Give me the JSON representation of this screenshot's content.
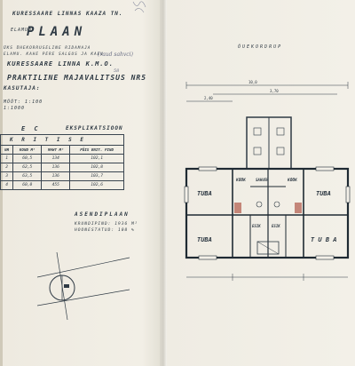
{
  "header": {
    "line1": "KURESSAARE LINNAS KAAZA TN.",
    "prefix": "ELAMUD",
    "plan_title": "PLAAN",
    "line2": "ÜKS ÜHEKORRUSELINE RIDAMAJA",
    "line3": "ELAMU. KAHE PERE SALGUS JA KAEV",
    "line4": "KURESSAARE LINNA K.M.O.",
    "line5": "PRAKTILINE MAJAVALITSUS NR5",
    "line6": "KASUTAJA:",
    "annotation_pen": "(raud sahvci)",
    "annotation_pen2": "58",
    "scale1": "MÕÕT: 1:100",
    "scale2": "1:1000"
  },
  "explication": {
    "title": "EKSPLIKATSIOON",
    "title_prefix": "E   C",
    "prefix_row": "K   R   I   T   I   S   E",
    "columns": [
      "NR",
      "KOND M²",
      "MAHT M³",
      "PÕIS ENIT. PIND"
    ],
    "rows": [
      [
        "1",
        "60,5",
        "134",
        "102,1"
      ],
      [
        "2",
        "62,5",
        "136",
        "102,8"
      ],
      [
        "3",
        "63,5",
        "136",
        "103,7"
      ],
      [
        "4",
        "60,0",
        "455",
        "102,6"
      ]
    ]
  },
  "situation": {
    "title": "ASENDIPLAAN",
    "line1": "KRUNDIPIND:    1936  M²",
    "line2": "HOONESTATUD:    108  %"
  },
  "plan": {
    "court_label": "ÕUEKORDRUP",
    "dim_total": "10,0",
    "dim_mid": "3,70",
    "dim_left": "2,40",
    "rooms": {
      "tuba_tl": "TUBA",
      "tuba_tr": "TUBA",
      "tuba_bl": "TUBA",
      "tuba_br": "T U B A",
      "kook_l": "KÖÖK",
      "kook_r": "KÖÖK",
      "sahver": "SAHVER",
      "esik_l": "ESIK",
      "esik_r": "ESIK"
    }
  }
}
